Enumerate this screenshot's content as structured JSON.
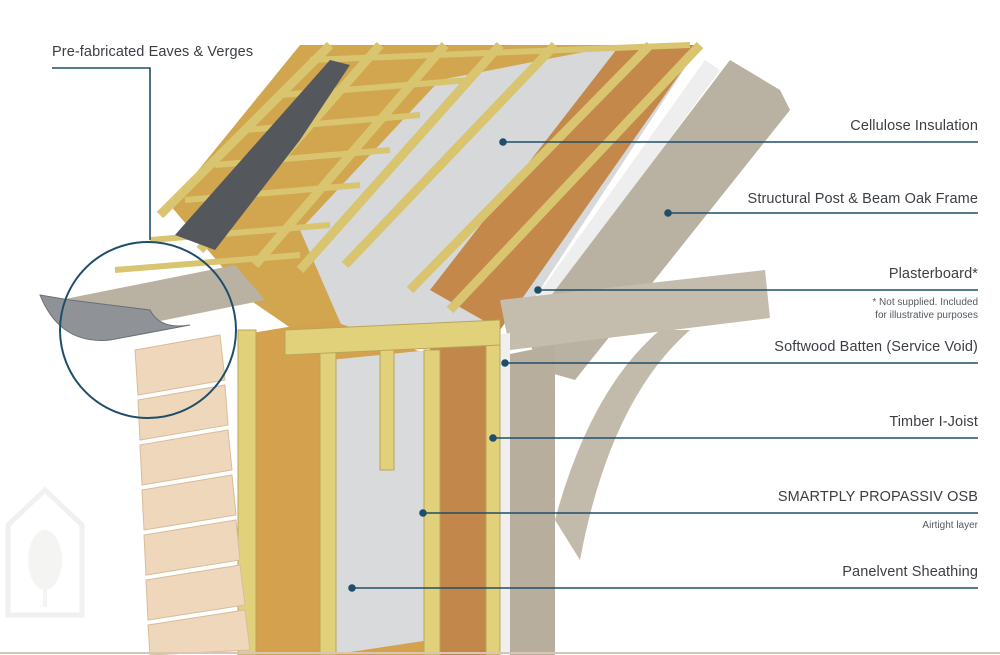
{
  "labels": {
    "eaves": "Pre-fabricated Eaves & Verges",
    "cellulose": "Cellulose Insulation",
    "frame": "Structural Post & Beam Oak Frame",
    "plasterboard": "Plasterboard*",
    "plasterboard_note_1": "* Not supplied. Included",
    "plasterboard_note_2": "for illustrative purposes",
    "batten": "Softwood Batten (Service Void)",
    "ijoist": "Timber I-Joist",
    "osb": "SMARTPLY PROPASSIV OSB",
    "osb_note": "Airtight layer",
    "panelvent": "Panelvent Sheathing"
  },
  "colors": {
    "leader": "#1f4e6b",
    "rafter": "#e3d07a",
    "osb": "#c9954f",
    "insulation": "#d7d9db",
    "oak": "#bdb5a5",
    "slate": "#55585c",
    "cladding": "#edd7bd",
    "logo": "#eef0ec"
  }
}
